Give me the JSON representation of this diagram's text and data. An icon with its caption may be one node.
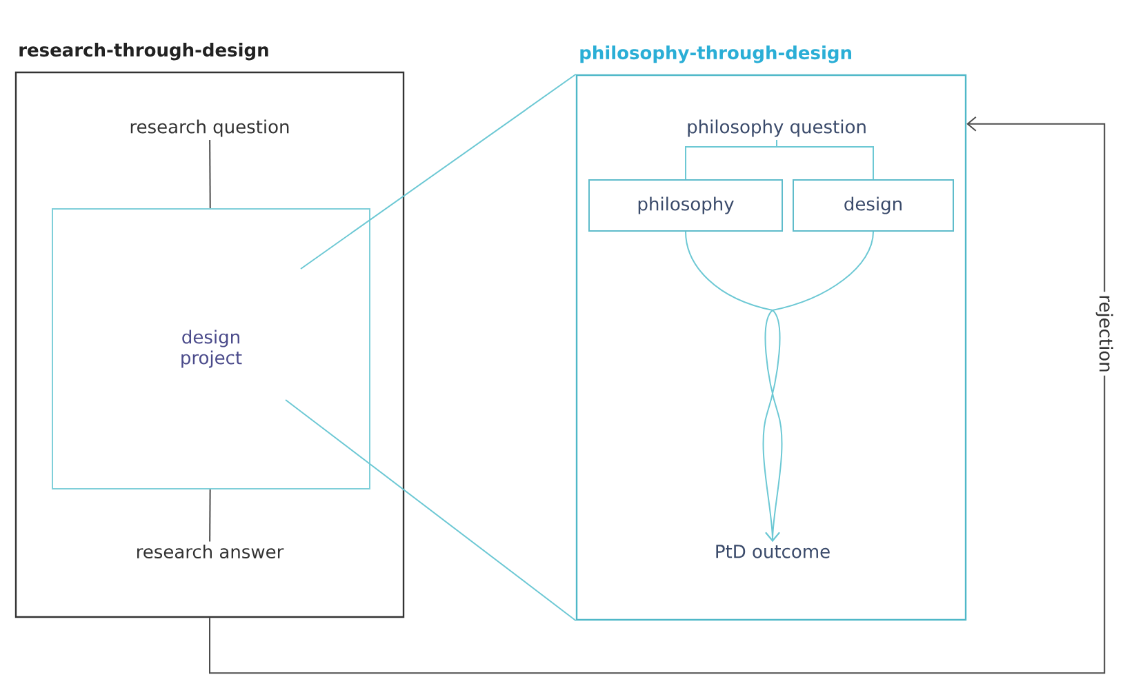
{
  "diagram": {
    "nodes": [
      {
        "text": [
          "research-through-design"
        ]
      },
      {
        "text": [
          "research question"
        ],
        "in": 0
      },
      {
        "text": [
          "design project"
        ],
        "in": 0
      },
      {
        "text": [
          "research answer"
        ],
        "in": 0
      },
      {
        "text": [
          "philosophy-through-design"
        ]
      },
      {
        "text": [
          "philosophy question"
        ],
        "in": 4
      },
      {
        "text": [
          "philosophy"
        ],
        "in": 4
      },
      {
        "text": [
          "design"
        ],
        "in": 4
      },
      {
        "text": [
          "PtD outcome"
        ],
        "in": 4
      }
    ],
    "edges": [
      {
        "from": 1,
        "to": 2,
        "arrow": "none",
        "color": "#4c4c4c"
      },
      {
        "from": 2,
        "to": 3,
        "arrow": "none",
        "color": "#4c4c4c"
      },
      {
        "from": 2,
        "to": 4,
        "arrow": "none",
        "color": "#6cc8d4"
      },
      {
        "from": 2,
        "to": 4,
        "arrow": "none",
        "color": "#6cc8d4"
      },
      {
        "from": 5,
        "to": 6,
        "arrow": "none",
        "color": "#6cc8d4"
      },
      {
        "from": 5,
        "to": 7,
        "arrow": "none",
        "color": "#6cc8d4"
      },
      {
        "from": 6,
        "to": 8,
        "arrow": "to",
        "color": "#6cc8d4"
      },
      {
        "from": 7,
        "to": 8,
        "arrow": "to",
        "color": "#6cc8d4"
      },
      {
        "from": 0,
        "to": 4,
        "arrow": "to",
        "label": "rejection",
        "color": "#4c4c4c"
      }
    ]
  }
}
